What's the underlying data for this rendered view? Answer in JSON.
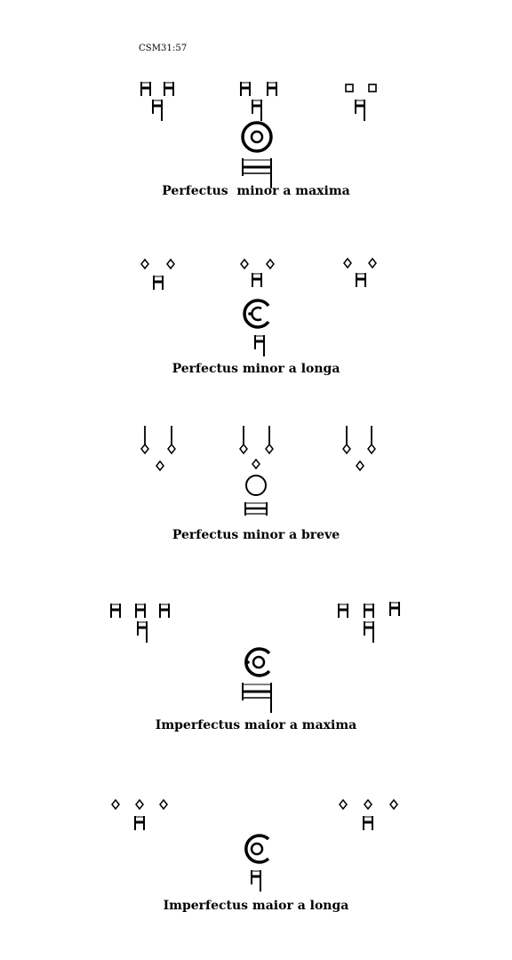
{
  "document": {
    "reference": "CSM31:57",
    "sections": [
      {
        "caption": "Perfectus  minor a maxima"
      },
      {
        "caption": "Perfectus minor a longa"
      },
      {
        "caption": "Perfectus minor a breve"
      },
      {
        "caption": "Imperfectus maior a maxima"
      },
      {
        "caption": "Imperfectus maior a longa"
      }
    ]
  },
  "colors": {
    "ink": "#000000",
    "paper": "#ffffff"
  }
}
